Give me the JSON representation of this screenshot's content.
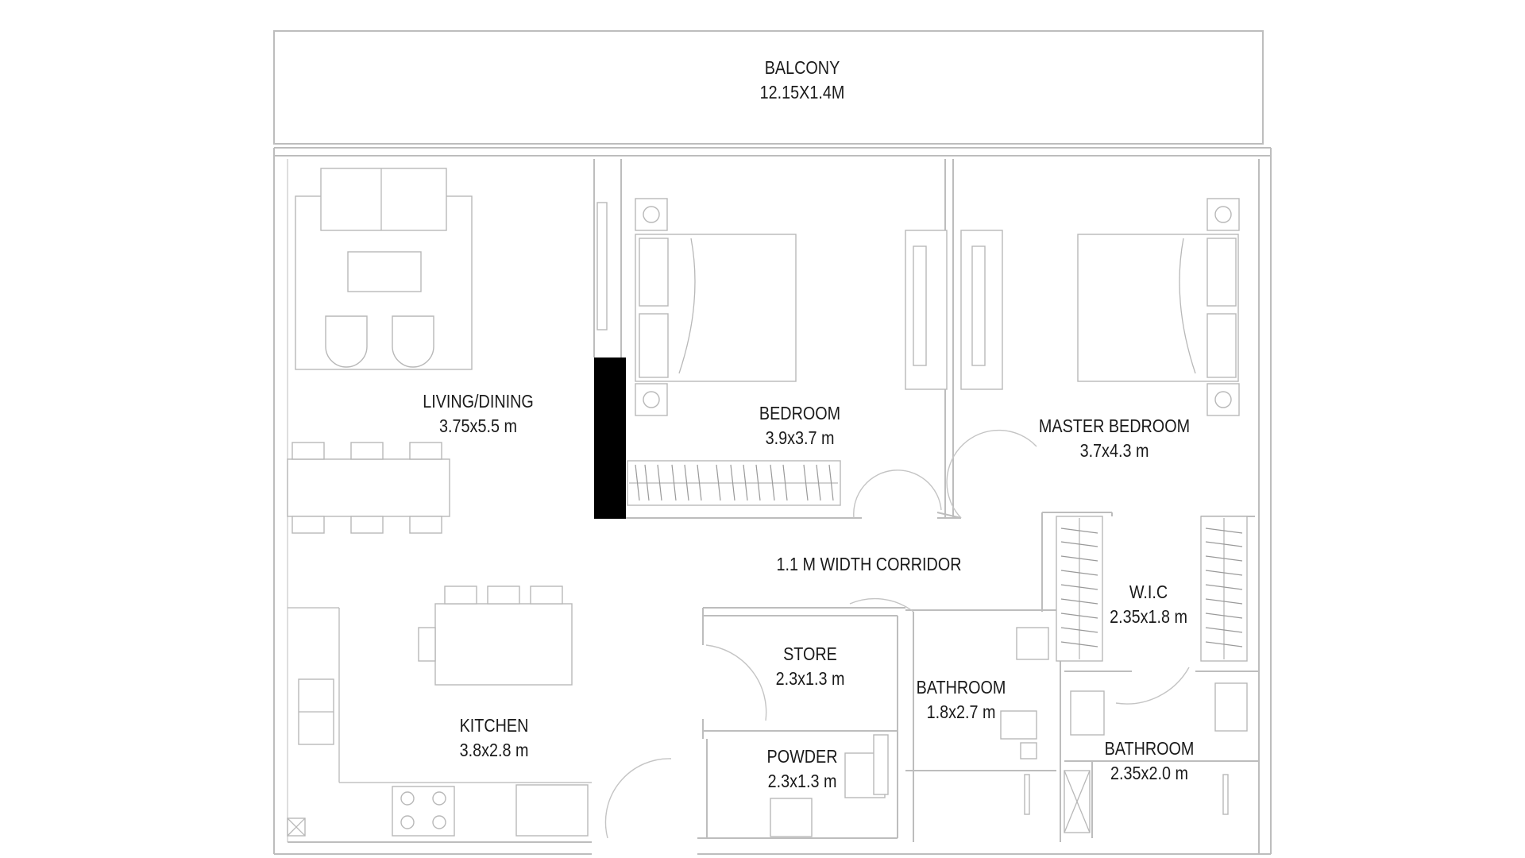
{
  "plan": {
    "rooms": [
      {
        "id": "balcony",
        "name": "BALCONY",
        "size": "12.15X1.4M"
      },
      {
        "id": "living-dining",
        "name": "LIVING/DINING",
        "size": "3.75x5.5 m"
      },
      {
        "id": "bedroom",
        "name": "BEDROOM",
        "size": "3.9x3.7 m"
      },
      {
        "id": "master-bedroom",
        "name": "MASTER BEDROOM",
        "size": "3.7x4.3 m"
      },
      {
        "id": "corridor",
        "name": "1.1 M WIDTH CORRIDOR",
        "size": ""
      },
      {
        "id": "wic",
        "name": "W.I.C",
        "size": "2.35x1.8 m"
      },
      {
        "id": "store",
        "name": "STORE",
        "size": "2.3x1.3 m"
      },
      {
        "id": "bathroom-1",
        "name": "BATHROOM",
        "size": "1.8x2.7 m"
      },
      {
        "id": "kitchen",
        "name": "KITCHEN",
        "size": "3.8x2.8 m"
      },
      {
        "id": "powder",
        "name": "POWDER",
        "size": "2.3x1.3 m"
      },
      {
        "id": "bathroom-2",
        "name": "BATHROOM",
        "size": "2.35x2.0 m"
      }
    ],
    "colors": {
      "wall": "#bdbdbd",
      "structural_column": "#000000",
      "text": "#1a1a1a",
      "background": "#ffffff"
    }
  }
}
